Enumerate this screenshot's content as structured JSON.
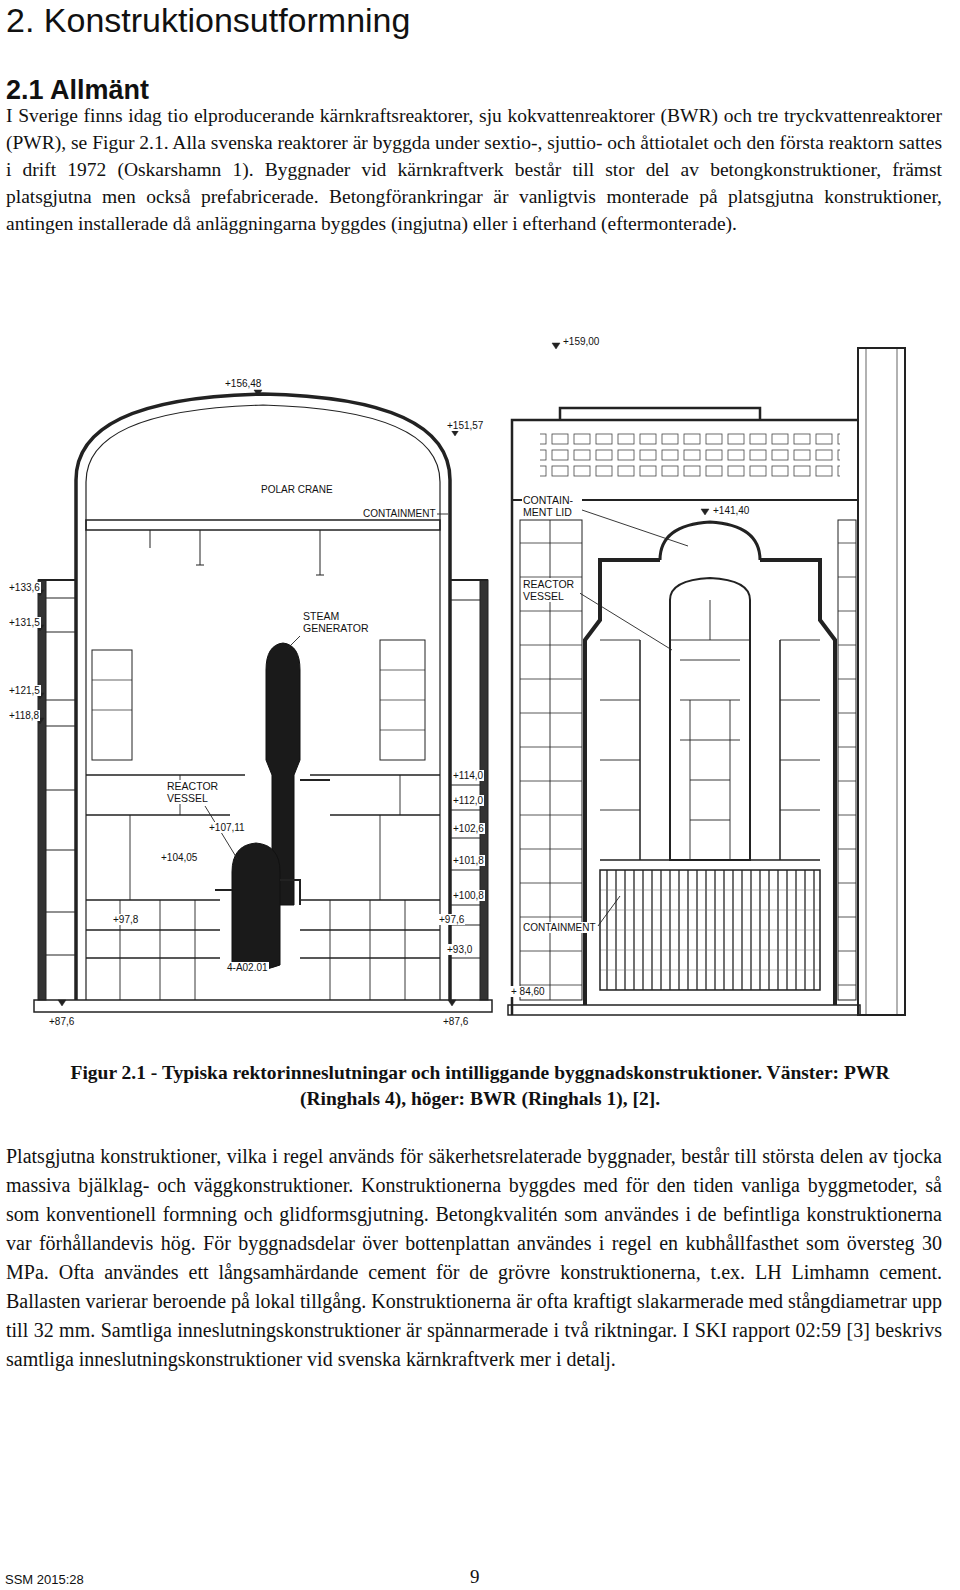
{
  "diagram": {
    "title": "2. Konstruktionsutformning",
    "caption": "Figur 2.1 - Typiska rektorinneslutningar och intilliggande byggnadskonstruktioner. Vänster: PWR (Ringhals 4), höger: BWR (Ringhals 1), [2].",
    "labels": [
      "2.1 Allmänt",
      "I Sverige finns idag tio elproducerande kärnkraftsreaktorer, sju kokvattenreaktorer (BWR) och tre tryckvattenreaktorer (PWR), se Figur 2.1. Alla svenska reaktorer är byggda under sextio-, sjuttio- och åttiotalet och den första reaktorn sattes i drift 1972 (Oskarshamn 1). Byggnader vid kärnkraftverk består till stor del av betongkonstruktioner, främst platsgjutna men också prefabricerade. Betongförankringar är vanligtvis monterade på platsgjutna konstruktioner, antingen installerade då anläggningarna byggdes (ingjutna) eller i efterhand (eftermonterade).",
      "Platsgjutna konstruktioner, vilka i regel används för säkerhetsrelaterade byggnader, består till största delen av tjocka massiva bjälklag- och väggkonstruktioner. Konstruktionerna byggdes med för den tiden vanliga byggmetoder, så som konventionell formning och glidformsgjutning. Betongkvalitén som användes i de befintliga konstruktionerna var förhållandevis hög. För byggnadsdelar över bottenplattan användes i regel en kubhållfasthet som översteg 30 MPa. Ofta användes ett långsamhärdande cement för de grövre konstruktionerna, t.ex. LH Limhamn cement. Ballasten varierar beroende på lokal tillgång. Konstruktionerna är ofta kraftigt slakarmerade med stångdiametrar upp till 32 mm. Samtliga inneslutningskonstruktioner är spännarmerade i två riktningar. I SKI rapport 02:59 [3] beskrivs samtliga inneslutningskonstruktioner vid svenska kärnkraftverk mer i detalj.",
      "+156,48",
      "+151,57",
      "CONTAINMENT",
      "POLAR CRANE",
      "+133,6",
      "+131,5",
      "STEAM GENERATOR",
      "+121,5",
      "+118,8",
      "REACTOR VESSEL",
      "+114,0",
      "+112,0",
      "+107,11",
      "+104,05",
      "+102,6",
      "+101,8",
      "+100,8",
      "+97,8",
      "+97,6",
      "4-A02.01",
      "+93,0",
      "+87,6",
      "+87,6",
      "+159,00",
      "+141,40",
      "CONTAIN- MENT LID",
      "REACTOR VESSEL",
      "CONTAINMENT",
      "+ 84,60",
      "SSM 2015:28",
      "9"
    ]
  }
}
